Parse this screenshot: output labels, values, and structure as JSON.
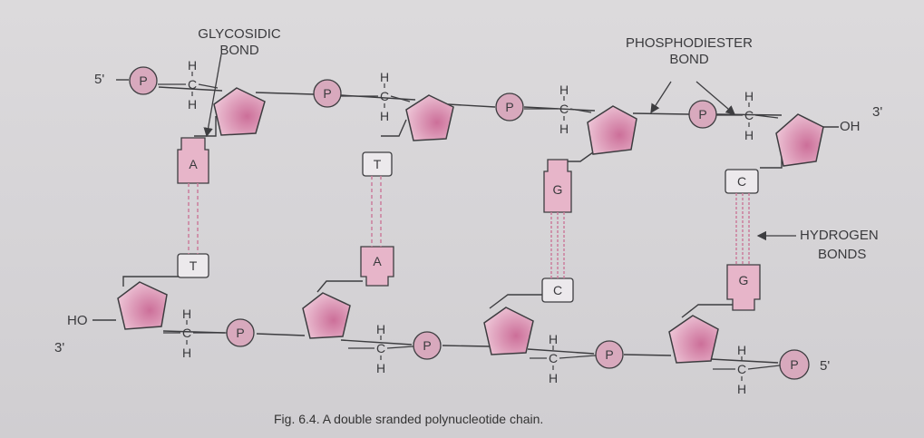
{
  "labels": {
    "glycosidic_line1": "GLYCOSIDIC",
    "glycosidic_line2": "BOND",
    "phosphodiester_line1": "PHOSPHODIESTER",
    "phosphodiester_line2": "BOND",
    "hydrogen_line1": "HYDROGEN",
    "hydrogen_line2": "BONDS",
    "top_5prime": "5'",
    "top_3prime": "3'",
    "bottom_3prime": "3'",
    "bottom_5prime": "5'",
    "oh": "OH",
    "ho": "HO",
    "h": "H",
    "c": "C",
    "p": "P"
  },
  "base_pairs": [
    {
      "top": "A",
      "bottom": "T",
      "bonds": 2
    },
    {
      "top": "T",
      "bottom": "A",
      "bonds": 2
    },
    {
      "top": "G",
      "bottom": "C",
      "bonds": 3
    },
    {
      "top": "C",
      "bottom": "G",
      "bonds": 3
    }
  ],
  "caption": "Fig. 6.4. A double sranded polynucleotide chain.",
  "colors": {
    "sugar_fill": "#d792b2",
    "base_fill": "#e7b5c9",
    "line": "#3d3d40",
    "bond_line": "#cc7d9c"
  }
}
